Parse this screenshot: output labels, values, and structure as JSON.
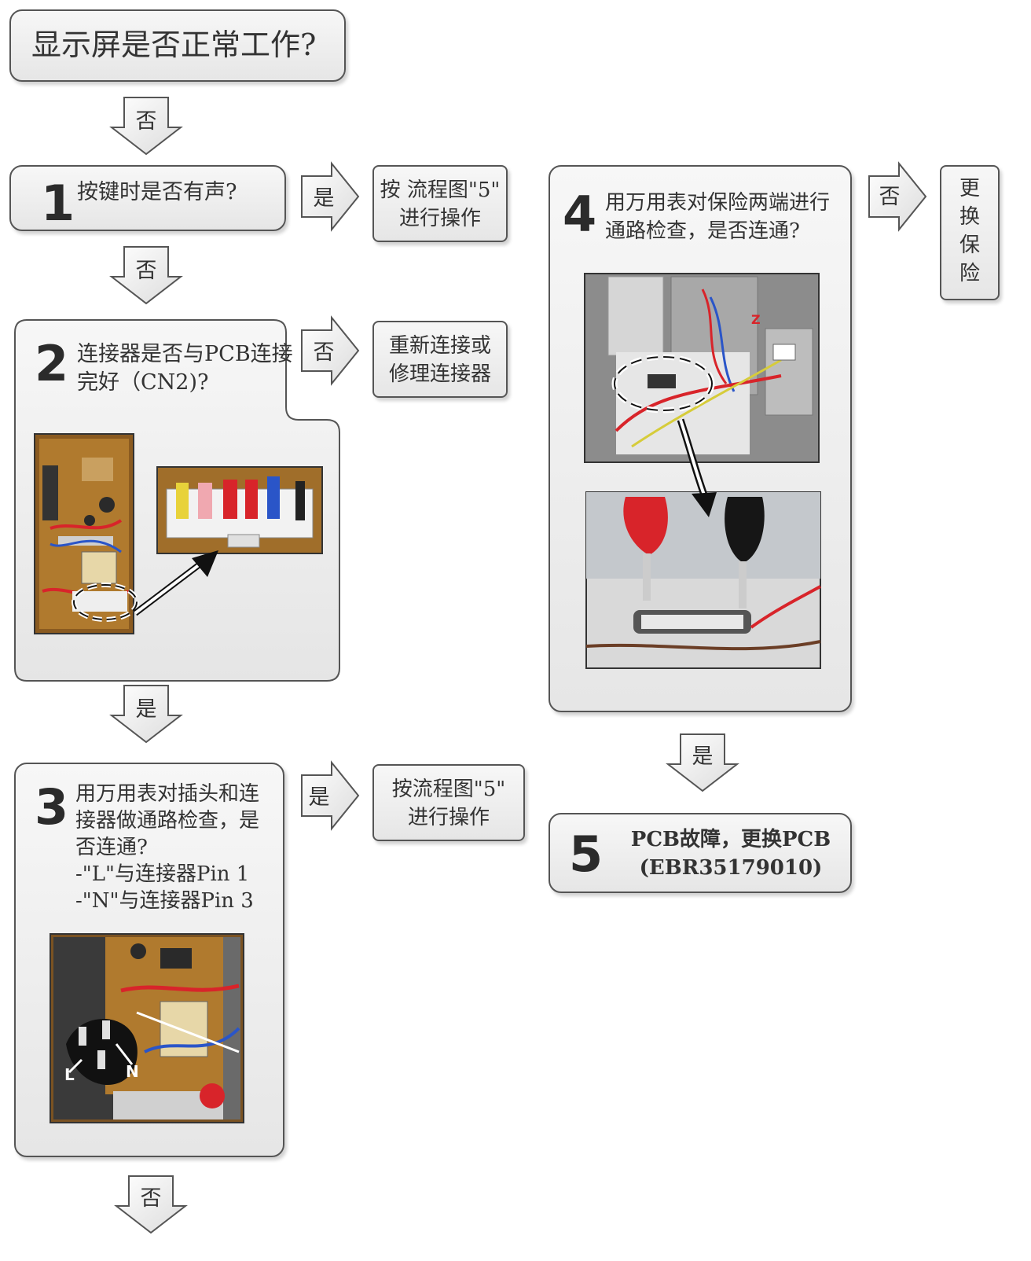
{
  "title": "显示屏是否正常工作?",
  "labels": {
    "yes": "是",
    "no": "否"
  },
  "step1": {
    "number": "1",
    "question": "按键时是否有声?"
  },
  "step1_yes_result": {
    "line1": "按 流程图\"5\"",
    "line2": "进行操作"
  },
  "step2": {
    "number": "2",
    "line1": "连接器是否与PCB连接",
    "line2": "完好（CN2)?"
  },
  "step2_no_result": {
    "line1": "重新连接或",
    "line2": "修理连接器"
  },
  "step3": {
    "number": "3",
    "line1": "用万用表对插头和连",
    "line2": "接器做通路检查，是",
    "line3": "否连通?",
    "line4": "-\"L\"与连接器Pin 1",
    "line5": "-\"N\"与连接器Pin 3",
    "photo_label_l": "L",
    "photo_label_n": "N"
  },
  "step3_yes_result": {
    "line1": "按流程图\"5\"",
    "line2": "进行操作"
  },
  "step4": {
    "number": "4",
    "line1": "用万用表对保险两端进行",
    "line2": "通路检查，是否连通?",
    "photo_label_z": "Z"
  },
  "step4_no_result": {
    "c1": "更",
    "c2": "换",
    "c3": "保",
    "c4": "险"
  },
  "step5": {
    "number": "5",
    "line1": "PCB故障，更换PCB",
    "line2": "(EBR35179010)"
  },
  "colors": {
    "box_border": "#555555",
    "box_fill": "#eeeeee",
    "arrow_fill": "#f4f4f4",
    "pcb": "#b07a2e",
    "wire_red": "#d8242a",
    "wire_blue": "#2a55c8"
  }
}
